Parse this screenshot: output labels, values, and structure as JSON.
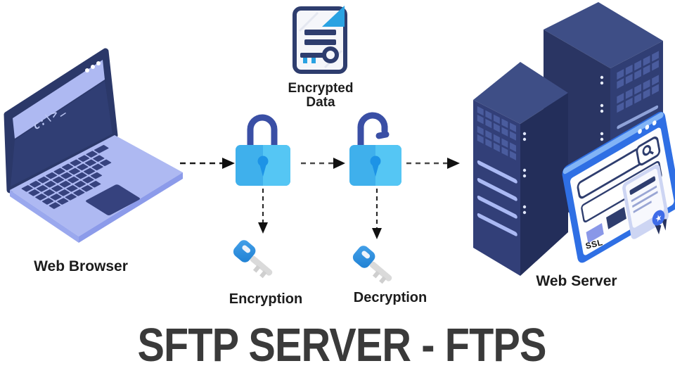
{
  "diagram": {
    "title": "SFTP SERVER - FTPS",
    "web_browser": {
      "label": "Web Browser",
      "terminal_prompt": "c:\\>_"
    },
    "encrypted_data": {
      "line1": "Encrypted",
      "line2": "Data"
    },
    "encryption": {
      "label": "Encryption"
    },
    "decryption": {
      "label": "Decryption"
    },
    "web_server": {
      "label": "Web Server",
      "ssl_badge": "SSL"
    }
  },
  "icons": {
    "laptop-icon": "isometric laptop with terminal screen",
    "document-key-icon": "document with key glyph and folded corner",
    "padlock-locked-icon": "closed blue padlock",
    "padlock-unlocked-icon": "open blue padlock",
    "key-icon": "blue-headed key",
    "server-towers-icon": "two isometric server towers",
    "browser-window-icon": "browser window with search bar",
    "ssl-certificate-icon": "certificate with ribbon seal",
    "magnifier-icon": "magnifying glass",
    "arrow-right-icon": "dashed arrow right",
    "arrow-down-icon": "dashed arrow down"
  },
  "colors": {
    "navy": "#2e3d6e",
    "server_top": "#3e4e86",
    "periwinkle": "#aeb9f2",
    "lock_body_light": "#55c6f4",
    "lock_body": "#3fb0ec",
    "keyhole_blue": "#1d93e6",
    "shackle_indigo": "#3a4fa5",
    "browser_frame_blue": "#2f6fe4",
    "fold_blue": "#29a2e2",
    "key_head_blue": "#2d8fdd",
    "certificate_paper": "#cdd5f3",
    "rosette_blue": "#3f6ce8",
    "title_gray": "#3a3a3a"
  }
}
